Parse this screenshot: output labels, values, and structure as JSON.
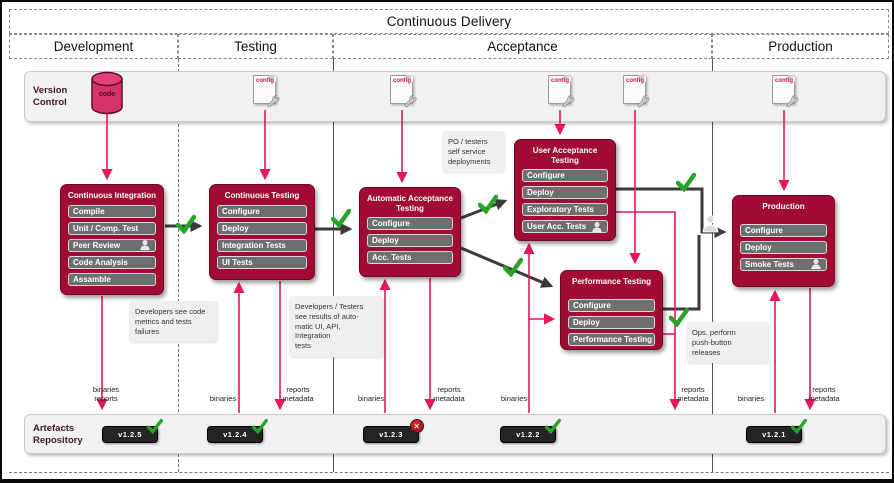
{
  "title": "Continuous Delivery",
  "columns": [
    "Development",
    "Testing",
    "Acceptance",
    "Production"
  ],
  "version_control": {
    "label": "Version\nControl",
    "code_label": "code",
    "config_label": "config"
  },
  "artefacts_repository": {
    "label": "Artefacts\nRepository"
  },
  "versions": [
    {
      "id": "v1.2.5",
      "status": "pass"
    },
    {
      "id": "v1.2.4",
      "status": "pass"
    },
    {
      "id": "v1.2.3",
      "status": "fail"
    },
    {
      "id": "v1.2.2",
      "status": "pass"
    },
    {
      "id": "v1.2.1",
      "status": "pass"
    }
  ],
  "boxes": {
    "ci": {
      "title": "Continuous Integration",
      "steps": [
        "Compile",
        "Unit / Comp. Test",
        "Peer Review",
        "Code Analysis",
        "Assamble"
      ]
    },
    "ct": {
      "title": "Continuous Testing",
      "steps": [
        "Configure",
        "Deploy",
        "Integration Tests",
        "UI Tests"
      ]
    },
    "aat": {
      "title": "Automatic Acceptance Testing",
      "steps": [
        "Configure",
        "Deploy",
        "Acc. Tests"
      ]
    },
    "uat": {
      "title": "User Acceptance\nTesting",
      "steps": [
        "Configure",
        "Deploy",
        "Exploratory Tests",
        "User Acc. Tests"
      ]
    },
    "pt": {
      "title": "Performance Testing",
      "steps": [
        "Configure",
        "Deploy",
        "Performance Testing"
      ]
    },
    "prod": {
      "title": "Production",
      "steps": [
        "Configure",
        "Deploy",
        "Smoke Tests"
      ]
    }
  },
  "notes": {
    "po": "PO / testers\nself service\ndeployments",
    "dev_metrics": "Developers see code\nmetrics and tests\nfailures",
    "dev_results": "Developers / Testers\nsee results of auto-\nmatic UI, API, Integration\ntests",
    "ops": "Ops. perform\npush-button\nreleases"
  },
  "io_labels": {
    "ci_out": "binaries\nreports",
    "ct_in": "binaries",
    "ct_out": "reports\nmetadata",
    "aat_in": "binaries",
    "aat_out": "reports\nmetadata",
    "uat_in": "binaries",
    "uat_out": "reports\nmetadata",
    "prod_in": "binaries",
    "prod_out": "reports\nmetadata"
  },
  "colors": {
    "crimson": "#a00c33",
    "pink": "#e3175f",
    "green": "#27a327",
    "line_dark": "#3a3a3a",
    "fail_red": "#8f0d14"
  }
}
